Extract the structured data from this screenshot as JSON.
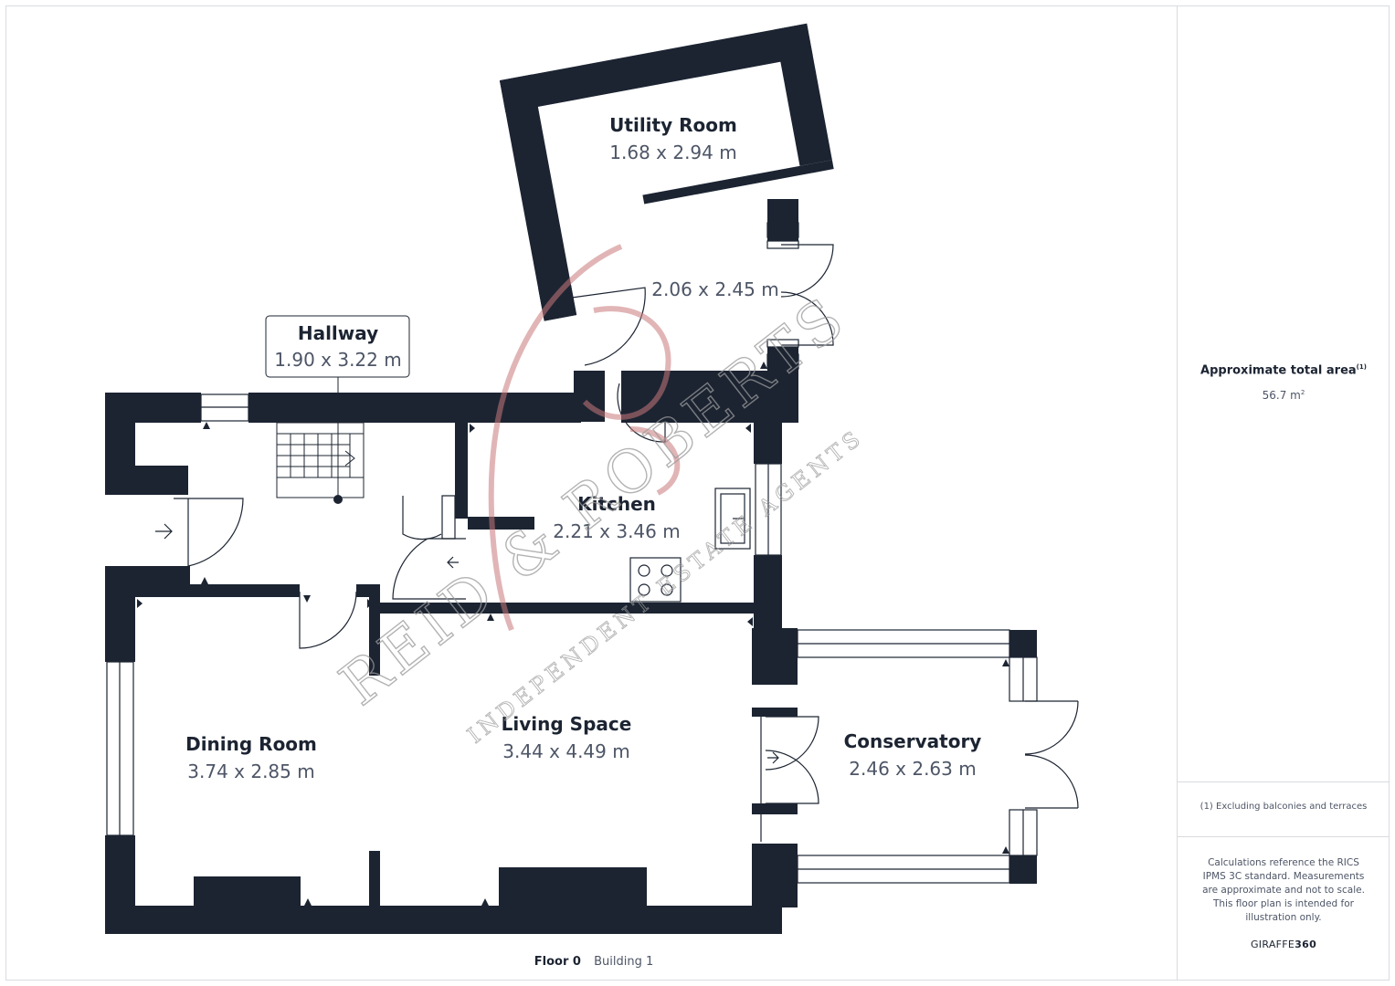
{
  "rooms": {
    "utility": {
      "name": "Utility Room",
      "dims": "1.68 x 2.94 m"
    },
    "porch": {
      "dims": "2.06 x 2.45 m"
    },
    "hallway": {
      "name": "Hallway",
      "dims": "1.90 x 3.22 m"
    },
    "kitchen": {
      "name": "Kitchen",
      "dims": "2.21 x 3.46 m"
    },
    "dining": {
      "name": "Dining Room",
      "dims": "3.74 x 2.85 m"
    },
    "living": {
      "name": "Living Space",
      "dims": "3.44 x 4.49 m"
    },
    "conservatory": {
      "name": "Conservatory",
      "dims": "2.46 x 2.63 m"
    }
  },
  "sidebar": {
    "area_label": "Approximate total area",
    "area_label_sup": "(1)",
    "area_value": "56.7 m",
    "area_unit_sup": "2",
    "footnote": "(1) Excluding balconies and terraces",
    "disclaimer": "Calculations reference the RICS IPMS 3C standard. Measurements are approximate and not to scale. This floor plan is intended for illustration only.",
    "brand_light": "GIRAFFE",
    "brand_bold": "360"
  },
  "floor": {
    "name": "Floor 0",
    "building": "Building 1"
  },
  "watermark": {
    "main": "REID & ROBERTS",
    "sub": "INDEPENDENT ESTATE AGENTS"
  },
  "colors": {
    "wall": "#1c2432",
    "text_dark": "#1c2432",
    "text_muted": "#4d5566",
    "watermark_red": "#c9797b",
    "watermark_grey": "#9a9a9a"
  }
}
